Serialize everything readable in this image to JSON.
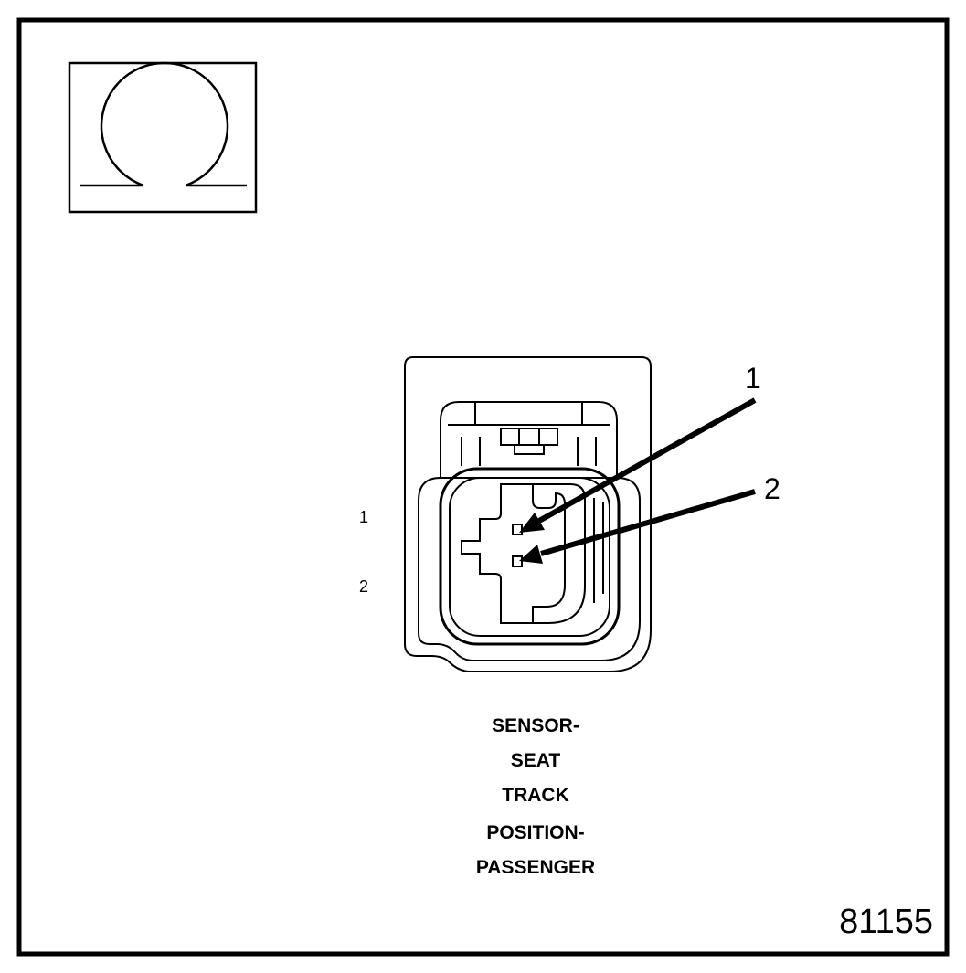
{
  "symbol": {
    "name": "ohm-icon"
  },
  "connector": {
    "name": "Sensor connector face view",
    "side_labels": [
      "1",
      "2"
    ],
    "callouts": [
      "1",
      "2"
    ]
  },
  "caption": {
    "lines": [
      "SENSOR-",
      "SEAT",
      "TRACK",
      "POSITION-",
      "PASSENGER"
    ]
  },
  "figure_number": "81155",
  "colors": {
    "ink": "#000000",
    "background": "#ffffff"
  }
}
